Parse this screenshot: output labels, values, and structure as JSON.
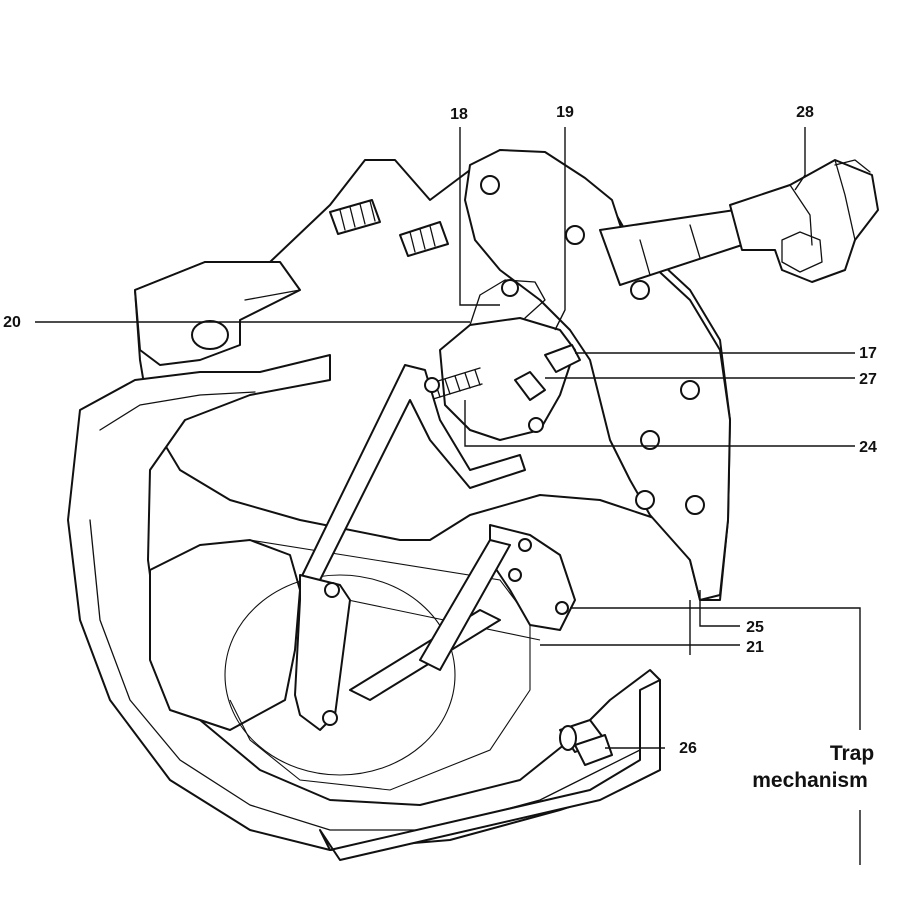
{
  "labels": {
    "n17": "17",
    "n18": "18",
    "n19": "19",
    "n20": "20",
    "n21": "21",
    "n24": "24",
    "n25": "25",
    "n26": "26",
    "n27": "27",
    "n28": "28"
  },
  "caption": {
    "line1": "Trap",
    "line2": "mechanism"
  },
  "colors": {
    "highlight_fill": "#f5b5b6",
    "outline": "#111111",
    "background": "#ffffff"
  }
}
